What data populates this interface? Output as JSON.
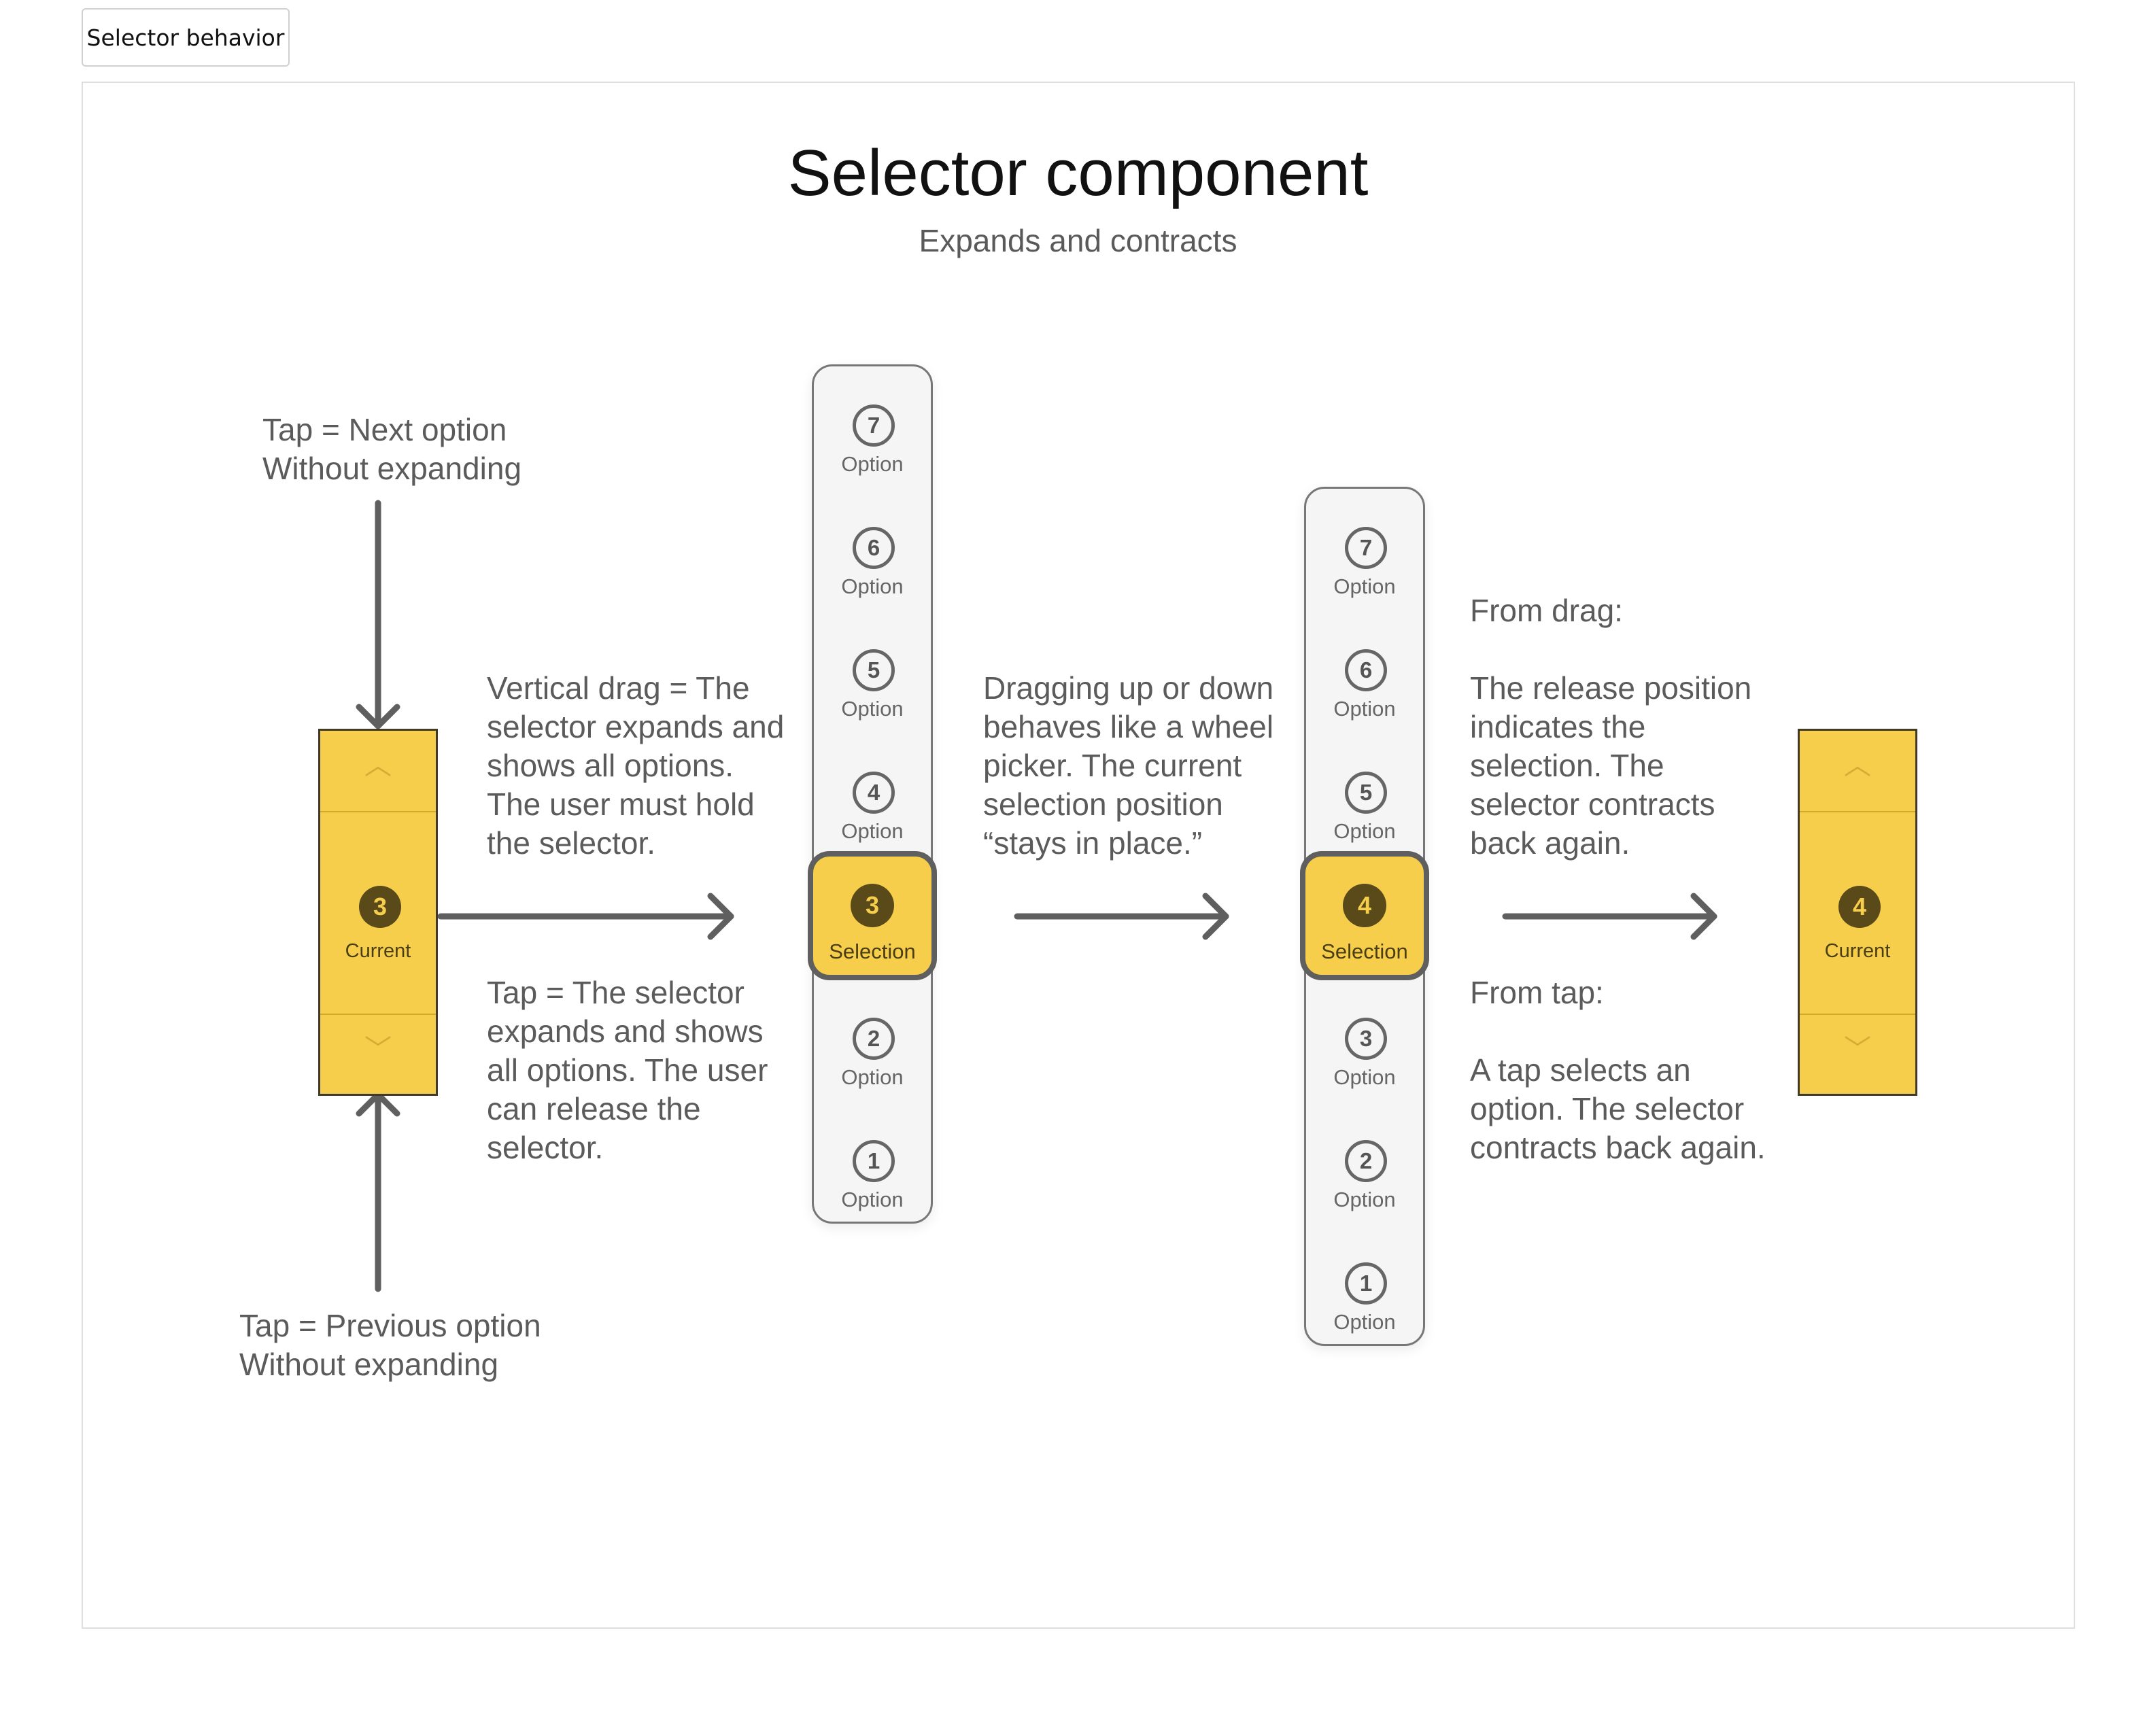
{
  "tab": {
    "label": "Selector behavior"
  },
  "header": {
    "title": "Selector component",
    "subtitle": "Expands and contracts"
  },
  "notes": {
    "tap_next": "Tap = Next option\nWithout expanding",
    "vertical_drag": "Vertical drag = The\nselector expands and\nshows all options.\nThe user must hold\nthe selector.",
    "tap_expand": "Tap = The selector\nexpands and shows\nall options. The user\ncan release the\nselector.",
    "tap_previous": "Tap = Previous option\nWithout expanding",
    "wheel": "Dragging up or down\nbehaves like a wheel\npicker. The current\nselection position\n“stays in place.”",
    "from_drag_heading": "From drag:",
    "from_drag_body": "The release position\nindicates the\nselection. The\nselector contracts\nback again.",
    "from_tap_heading": "From tap:",
    "from_tap_body": "A tap selects an\noption. The selector\ncontracts back again."
  },
  "compact_start": {
    "number": "3",
    "label": "Current",
    "chevron_up": "︿",
    "chevron_down": "﹀"
  },
  "compact_end": {
    "number": "4",
    "label": "Current",
    "chevron_up": "︿",
    "chevron_down": "﹀"
  },
  "list1": {
    "above": [
      {
        "number": "7",
        "label": "Option"
      },
      {
        "number": "6",
        "label": "Option"
      },
      {
        "number": "5",
        "label": "Option"
      },
      {
        "number": "4",
        "label": "Option"
      }
    ],
    "selection": {
      "number": "3",
      "label": "Selection"
    },
    "below": [
      {
        "number": "2",
        "label": "Option"
      },
      {
        "number": "1",
        "label": "Option"
      }
    ]
  },
  "list2": {
    "above": [
      {
        "number": "7",
        "label": "Option"
      },
      {
        "number": "6",
        "label": "Option"
      },
      {
        "number": "5",
        "label": "Option"
      }
    ],
    "selection": {
      "number": "4",
      "label": "Selection"
    },
    "below": [
      {
        "number": "3",
        "label": "Option"
      },
      {
        "number": "2",
        "label": "Option"
      },
      {
        "number": "1",
        "label": "Option"
      }
    ]
  },
  "colors": {
    "accent": "#f6ce4b",
    "number_fill": "#5a4a1a",
    "arrow": "#5f5f5f",
    "list_border": "#777777"
  }
}
